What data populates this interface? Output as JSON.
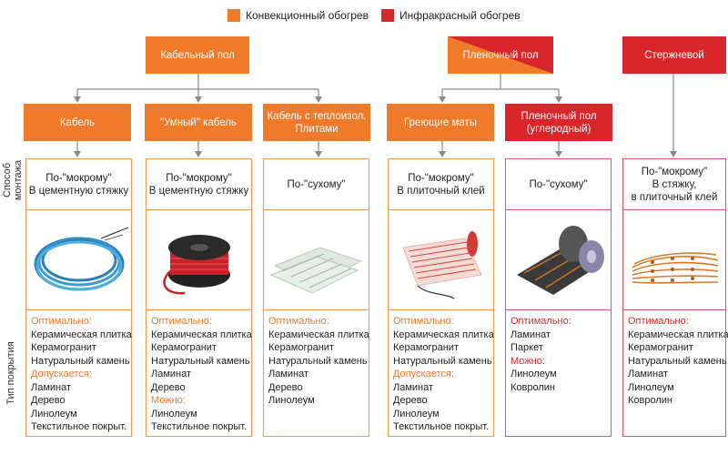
{
  "legend": [
    {
      "label": "Конвекционный обогрев",
      "color": "#ee7a2a"
    },
    {
      "label": "Инфракрасный обогрев",
      "color": "#d8262a"
    }
  ],
  "top_nodes": {
    "cable_floor": "Кабельный пол",
    "film_floor": "Пленочный пол",
    "rod": "Стержневой"
  },
  "sub_nodes": {
    "cable": "Кабель",
    "smart_cable": "\"Умный\" кабель",
    "cable_plates": [
      "Кабель с теплоизол.",
      "Плитами"
    ],
    "heating_mats": "Греющие маты",
    "film_carbon": [
      "Пленочный пол",
      "(углеродный)"
    ]
  },
  "side_labels": {
    "mount": [
      "Способ",
      "монтажа"
    ],
    "cover": "Тип покрытия"
  },
  "columns": [
    {
      "mount": [
        "По-\"мокрому\"",
        "В цементную стяжку"
      ],
      "image": "blue-cable-coil",
      "sections": [
        {
          "head": "Оптимально:",
          "items": [
            "Керамическая плитка",
            "Керамогранит",
            "Натуральный камень"
          ]
        },
        {
          "head": "Допускается:",
          "items": [
            "Ламинат",
            "Дерево",
            "Линолеум",
            "Текстильное покрыт."
          ]
        }
      ]
    },
    {
      "mount": [
        "По-\"мокрому\"",
        "В цементную стяжку"
      ],
      "image": "red-cable-spool",
      "sections": [
        {
          "head": "Оптимально:",
          "items": [
            "Керамическая плитка",
            "Керамогранит",
            "Натуральный камень",
            "Ламинат",
            "Дерево"
          ]
        },
        {
          "head": "Можно:",
          "items": [
            "Линолеум",
            "Текстильное покрыт."
          ]
        }
      ]
    },
    {
      "mount": [
        "По-\"сухому\""
      ],
      "image": "insulation-plates",
      "sections": [
        {
          "head": "Оптимально:",
          "items": [
            "Керамическая плитка",
            "Керамогранит",
            "Натуральный камень",
            "Ламинат",
            "Дерево",
            "Линолеум"
          ]
        }
      ]
    },
    {
      "mount": [
        "По-\"мокрому\"",
        "В плиточный клей"
      ],
      "image": "heating-mat",
      "sections": [
        {
          "head": "Оптимально:",
          "items": [
            "Керамическая плитка",
            "Керамогранит",
            "Натуральный камень"
          ]
        },
        {
          "head": "Допускается:",
          "items": [
            "Ламинат",
            "Дерево",
            "Линолеум",
            "Текстильное покрыт."
          ]
        }
      ]
    },
    {
      "mount": [
        "По-\"сухому\""
      ],
      "image": "carbon-film-rolls",
      "sections": [
        {
          "head": "Оптимально:",
          "items": [
            "Ламинат",
            "Паркет"
          ]
        },
        {
          "head": "Можно:",
          "items": [
            "Линолеум",
            "Ковролин"
          ]
        }
      ]
    },
    {
      "mount": [
        "По-\"мокрому\"",
        "В стяжку,",
        "в плиточный клей"
      ],
      "image": "rod-heater-bundle",
      "sections": [
        {
          "head": "Оптимально:",
          "items": [
            "Керамическая плитка",
            "Керамогранит",
            "Натуральный камень",
            "Ламинат",
            "Линолеум",
            "Ковролин"
          ]
        }
      ]
    }
  ]
}
